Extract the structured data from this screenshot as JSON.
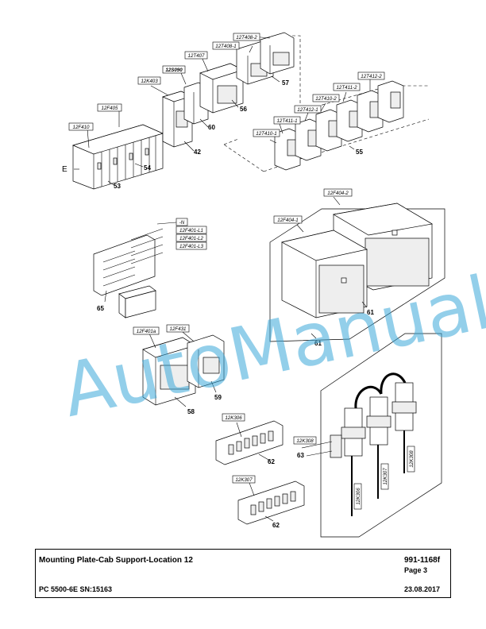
{
  "labels": {
    "t12T408_2": "12T408-2",
    "t12T408_1": "12T408-1",
    "t12T407": "12T407",
    "t12S090": "12S090",
    "t12K403": "12K403",
    "t12F405": "12F405",
    "t12F410": "12F410",
    "t12T412_2": "12T412-2",
    "t12T411_2": "12T411-2",
    "t12T410_2": "12T410-2",
    "t12T412_1": "12T412-1",
    "t12T411_1": "12T411-1",
    "t12T410_1": "12T410-1",
    "t12F404_2": "12F404-2",
    "t12F404_1": "12F404-1",
    "tN": "-N",
    "t12F401_L1": "12F401-L1",
    "t12F401_L2": "12F401-L2",
    "t12F401_L3": "12F401-L3",
    "t12F401a": "12F401a",
    "t12F431": "12F431",
    "t12K306": "12K306",
    "t12K308": "12K308",
    "t12K307": "12K307",
    "t12K306v": "12K306",
    "t12K307v": "12K307",
    "t12K308v": "12K308",
    "E": "E"
  },
  "numbers": {
    "n57": "57",
    "n56": "56",
    "n60": "60",
    "n42": "42",
    "n54": "54",
    "n53": "53",
    "n55": "55",
    "n61a": "61",
    "n61b": "61",
    "n65": "65",
    "n59": "59",
    "n58": "58",
    "n62a": "62",
    "n62b": "62",
    "n63": "63"
  },
  "watermark": "AutoManual",
  "footer": {
    "title": "Mounting Plate-Cab Support-Location 12",
    "doc_number": "991-1168f",
    "page": "Page 3",
    "model": "PC 5500-6E SN:15163",
    "date": "23.08.2017"
  }
}
